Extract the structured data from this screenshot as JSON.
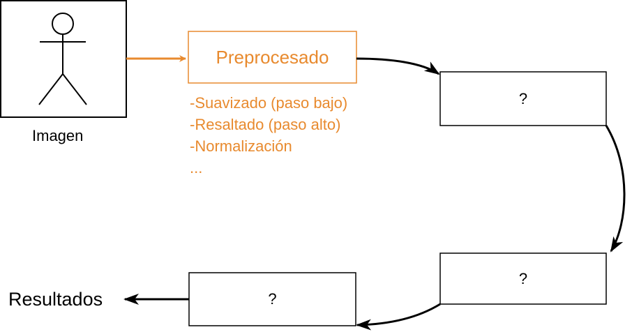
{
  "colors": {
    "accent": "#E88A2E",
    "stroke": "#000000",
    "background": "#FFFFFF"
  },
  "image_block": {
    "caption": "Imagen",
    "icon": "person-icon"
  },
  "preprocess": {
    "title": "Preprocesado",
    "steps": [
      "-Suavizado (paso bajo)",
      "-Resaltado (paso alto)",
      "-Normalización",
      "..."
    ]
  },
  "stages": [
    {
      "label": "?"
    },
    {
      "label": "?"
    },
    {
      "label": "?"
    }
  ],
  "output": {
    "label": "Resultados"
  }
}
